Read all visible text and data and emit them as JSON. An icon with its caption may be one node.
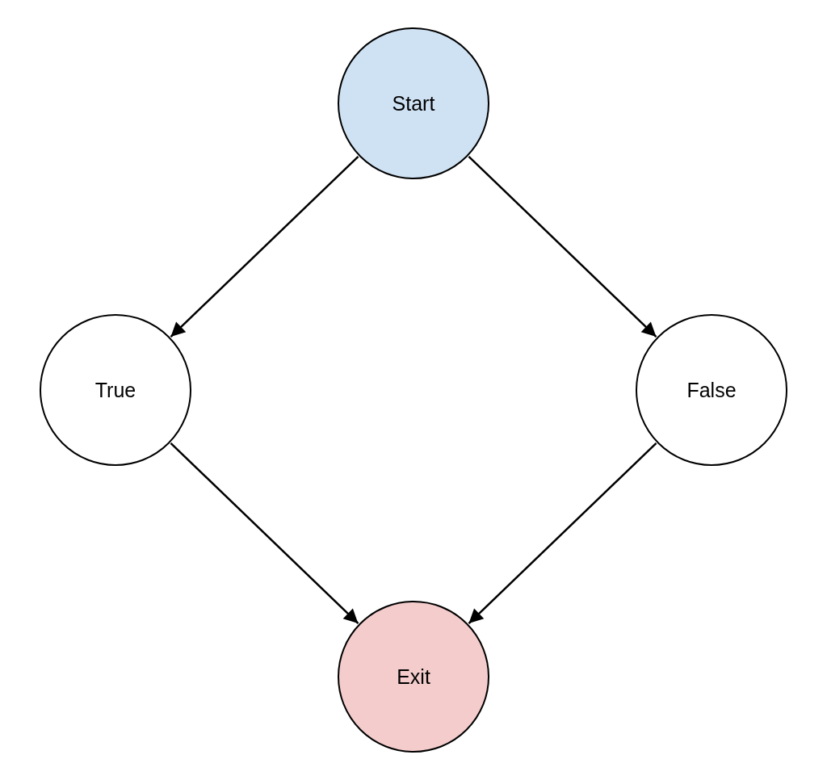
{
  "diagram": {
    "nodes": [
      {
        "text": [
          "Start"
        ]
      },
      {
        "text": [
          "True"
        ]
      },
      {
        "text": [
          "False"
        ]
      },
      {
        "text": [
          "Exit"
        ]
      }
    ],
    "edges": [
      {
        "from": 0,
        "to": 1,
        "arrow": "to"
      },
      {
        "from": 0,
        "to": 2,
        "arrow": "to"
      },
      {
        "from": 1,
        "to": 3,
        "arrow": "to"
      },
      {
        "from": 2,
        "to": 3,
        "arrow": "to"
      }
    ]
  }
}
